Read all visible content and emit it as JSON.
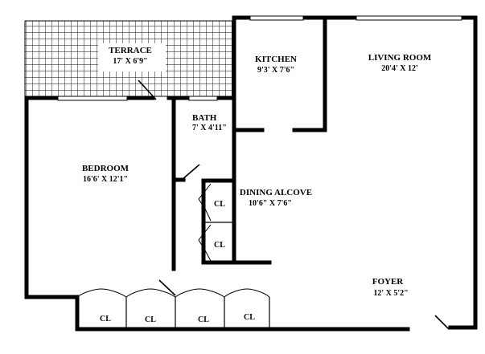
{
  "rooms": {
    "terrace": {
      "name": "TERRACE",
      "dims": "17' X 6'9\""
    },
    "kitchen": {
      "name": "KITCHEN",
      "dims": "9'3' X 7'6\""
    },
    "living": {
      "name": "LIVING ROOM",
      "dims": "20'4' X 12'"
    },
    "bath": {
      "name": "BATH",
      "dims": "7' X 4'11\""
    },
    "bedroom": {
      "name": "BEDROOM",
      "dims": "16'6' X 12'1\""
    },
    "dining": {
      "name": "DINING ALCOVE",
      "dims": "10'6\" X 7'6\""
    },
    "foyer": {
      "name": "FOYER",
      "dims": "12' X 5'2\""
    }
  },
  "closets": {
    "cl1": "CL",
    "cl2": "CL",
    "cl3": "CL",
    "cl4": "CL",
    "cl5": "CL",
    "cl6": "CL"
  },
  "colors": {
    "wall": "#000000",
    "background": "#ffffff"
  }
}
